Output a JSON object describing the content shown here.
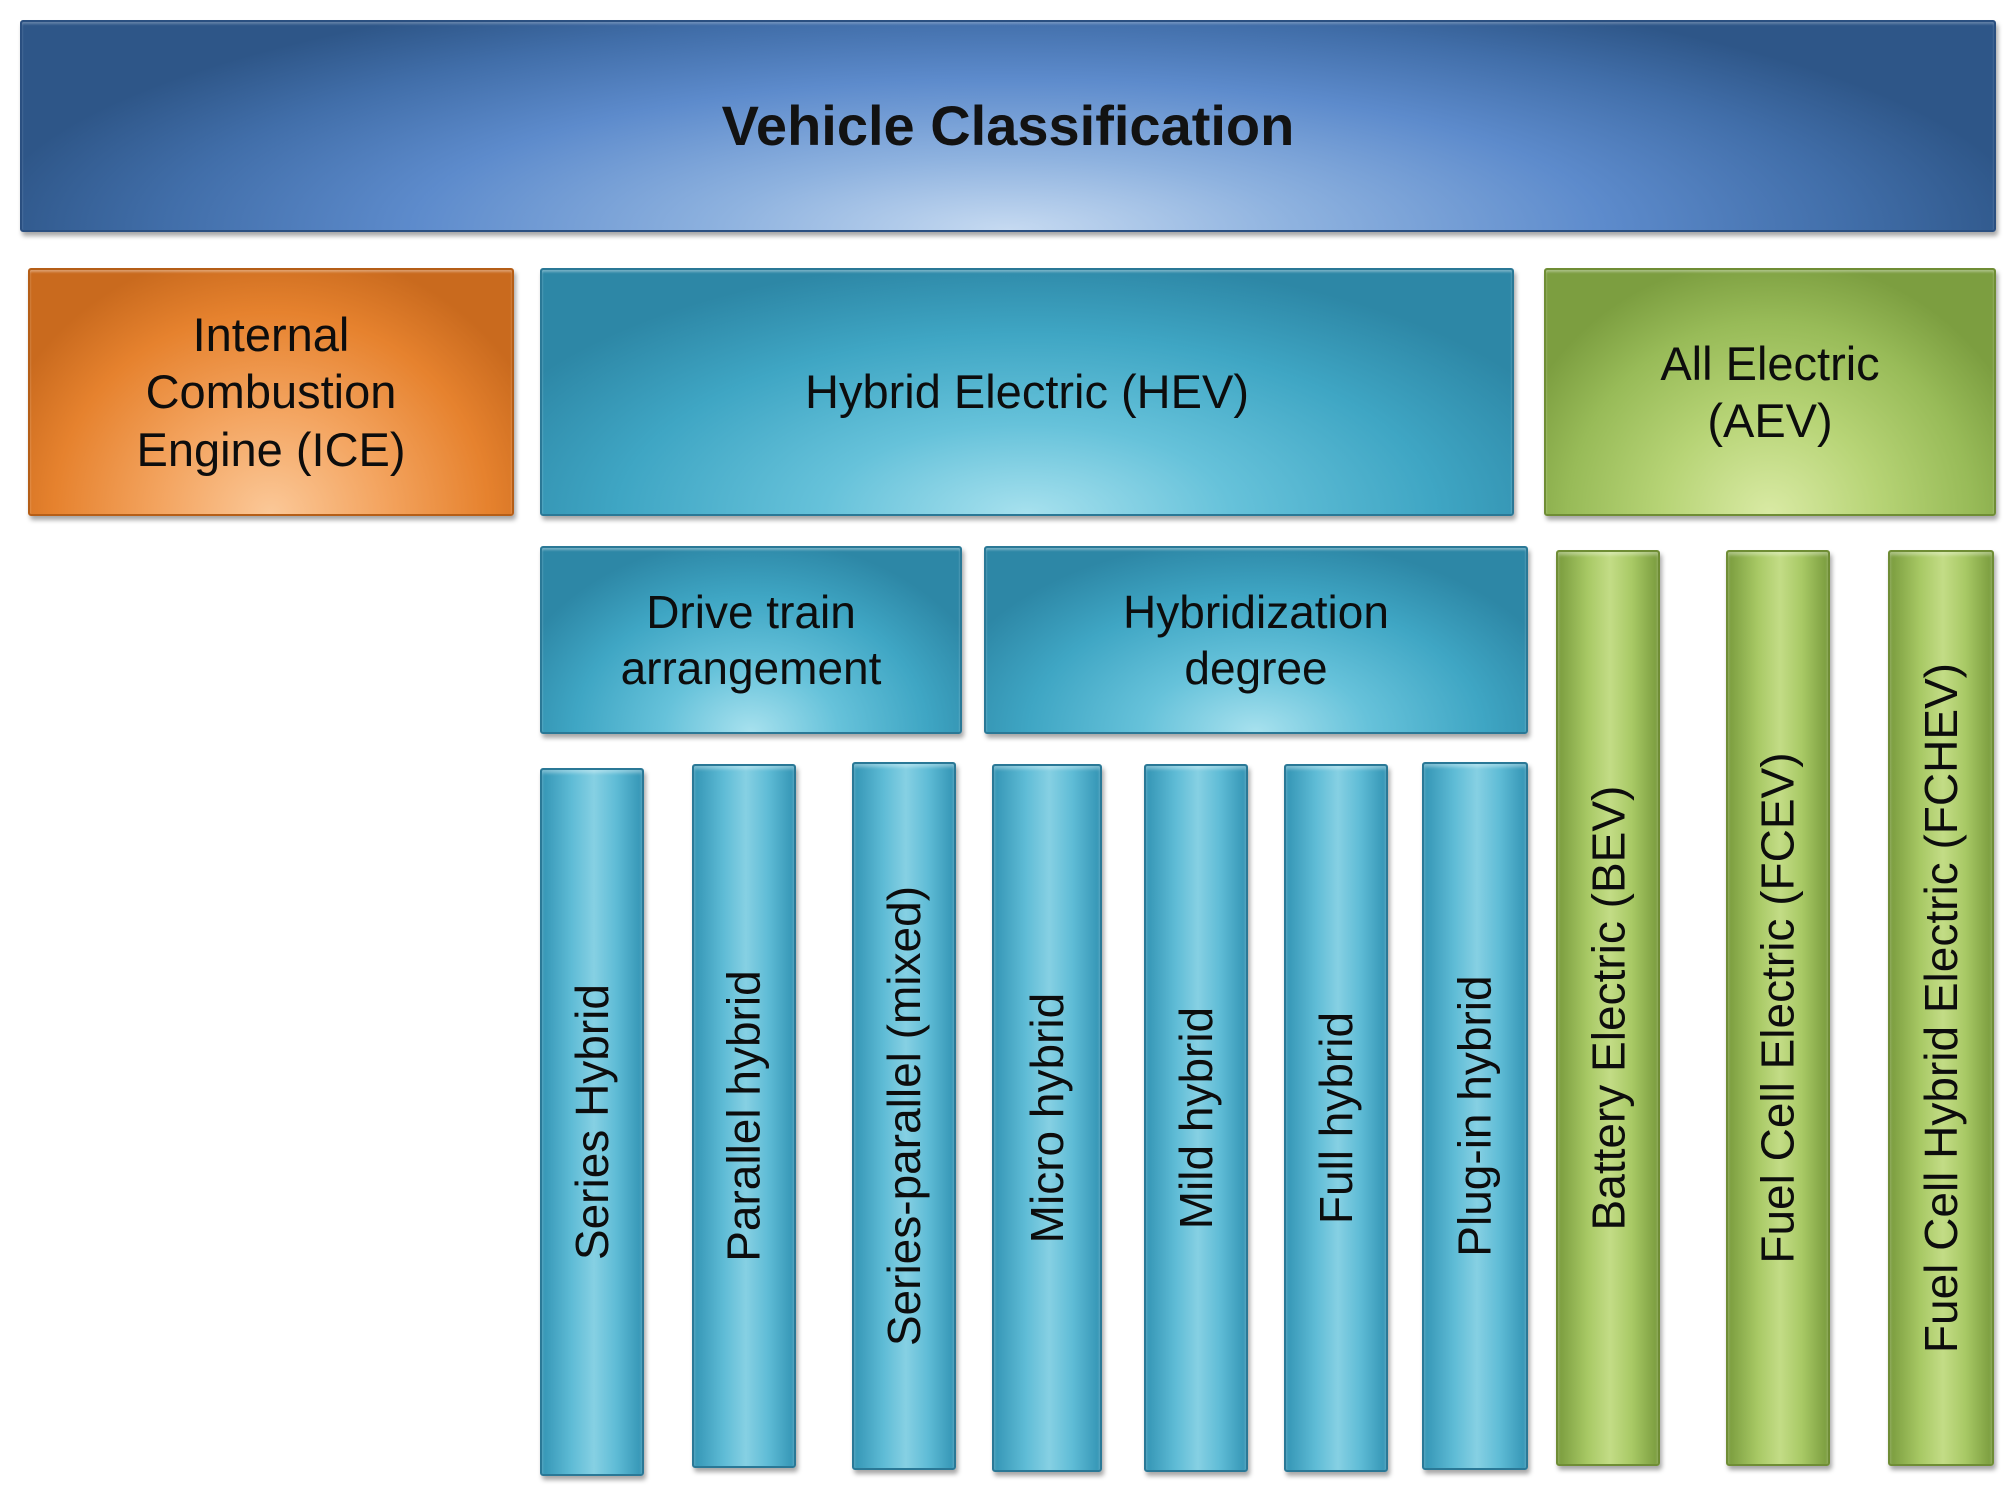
{
  "diagram": {
    "title": "Vehicle Classification",
    "categories": {
      "ice": {
        "lines": [
          "Internal",
          "Combustion",
          "Engine (ICE)"
        ]
      },
      "hev": {
        "lines": [
          "Hybrid Electric (HEV)"
        ]
      },
      "aev": {
        "lines": [
          "All Electric",
          "(AEV)"
        ]
      }
    },
    "hev_groups": {
      "drive_train": {
        "lines": [
          "Drive train",
          "arrangement"
        ]
      },
      "hybridization": {
        "lines": [
          "Hybridization",
          "degree"
        ]
      }
    },
    "hev_types": [
      "Series Hybrid",
      "Parallel hybrid",
      "Series-parallel (mixed)",
      "Micro hybrid",
      "Mild hybrid",
      "Full hybrid",
      "Plug-in hybrid"
    ],
    "aev_types": [
      "Battery Electric (BEV)",
      "Fuel Cell Electric (FCEV)",
      "Fuel Cell Hybrid Electric (FCHEV)"
    ],
    "colors": {
      "title": "#5d8bcc",
      "ice": "#e6822e",
      "hev": "#3fa6c4",
      "aev": "#98bb58"
    }
  }
}
